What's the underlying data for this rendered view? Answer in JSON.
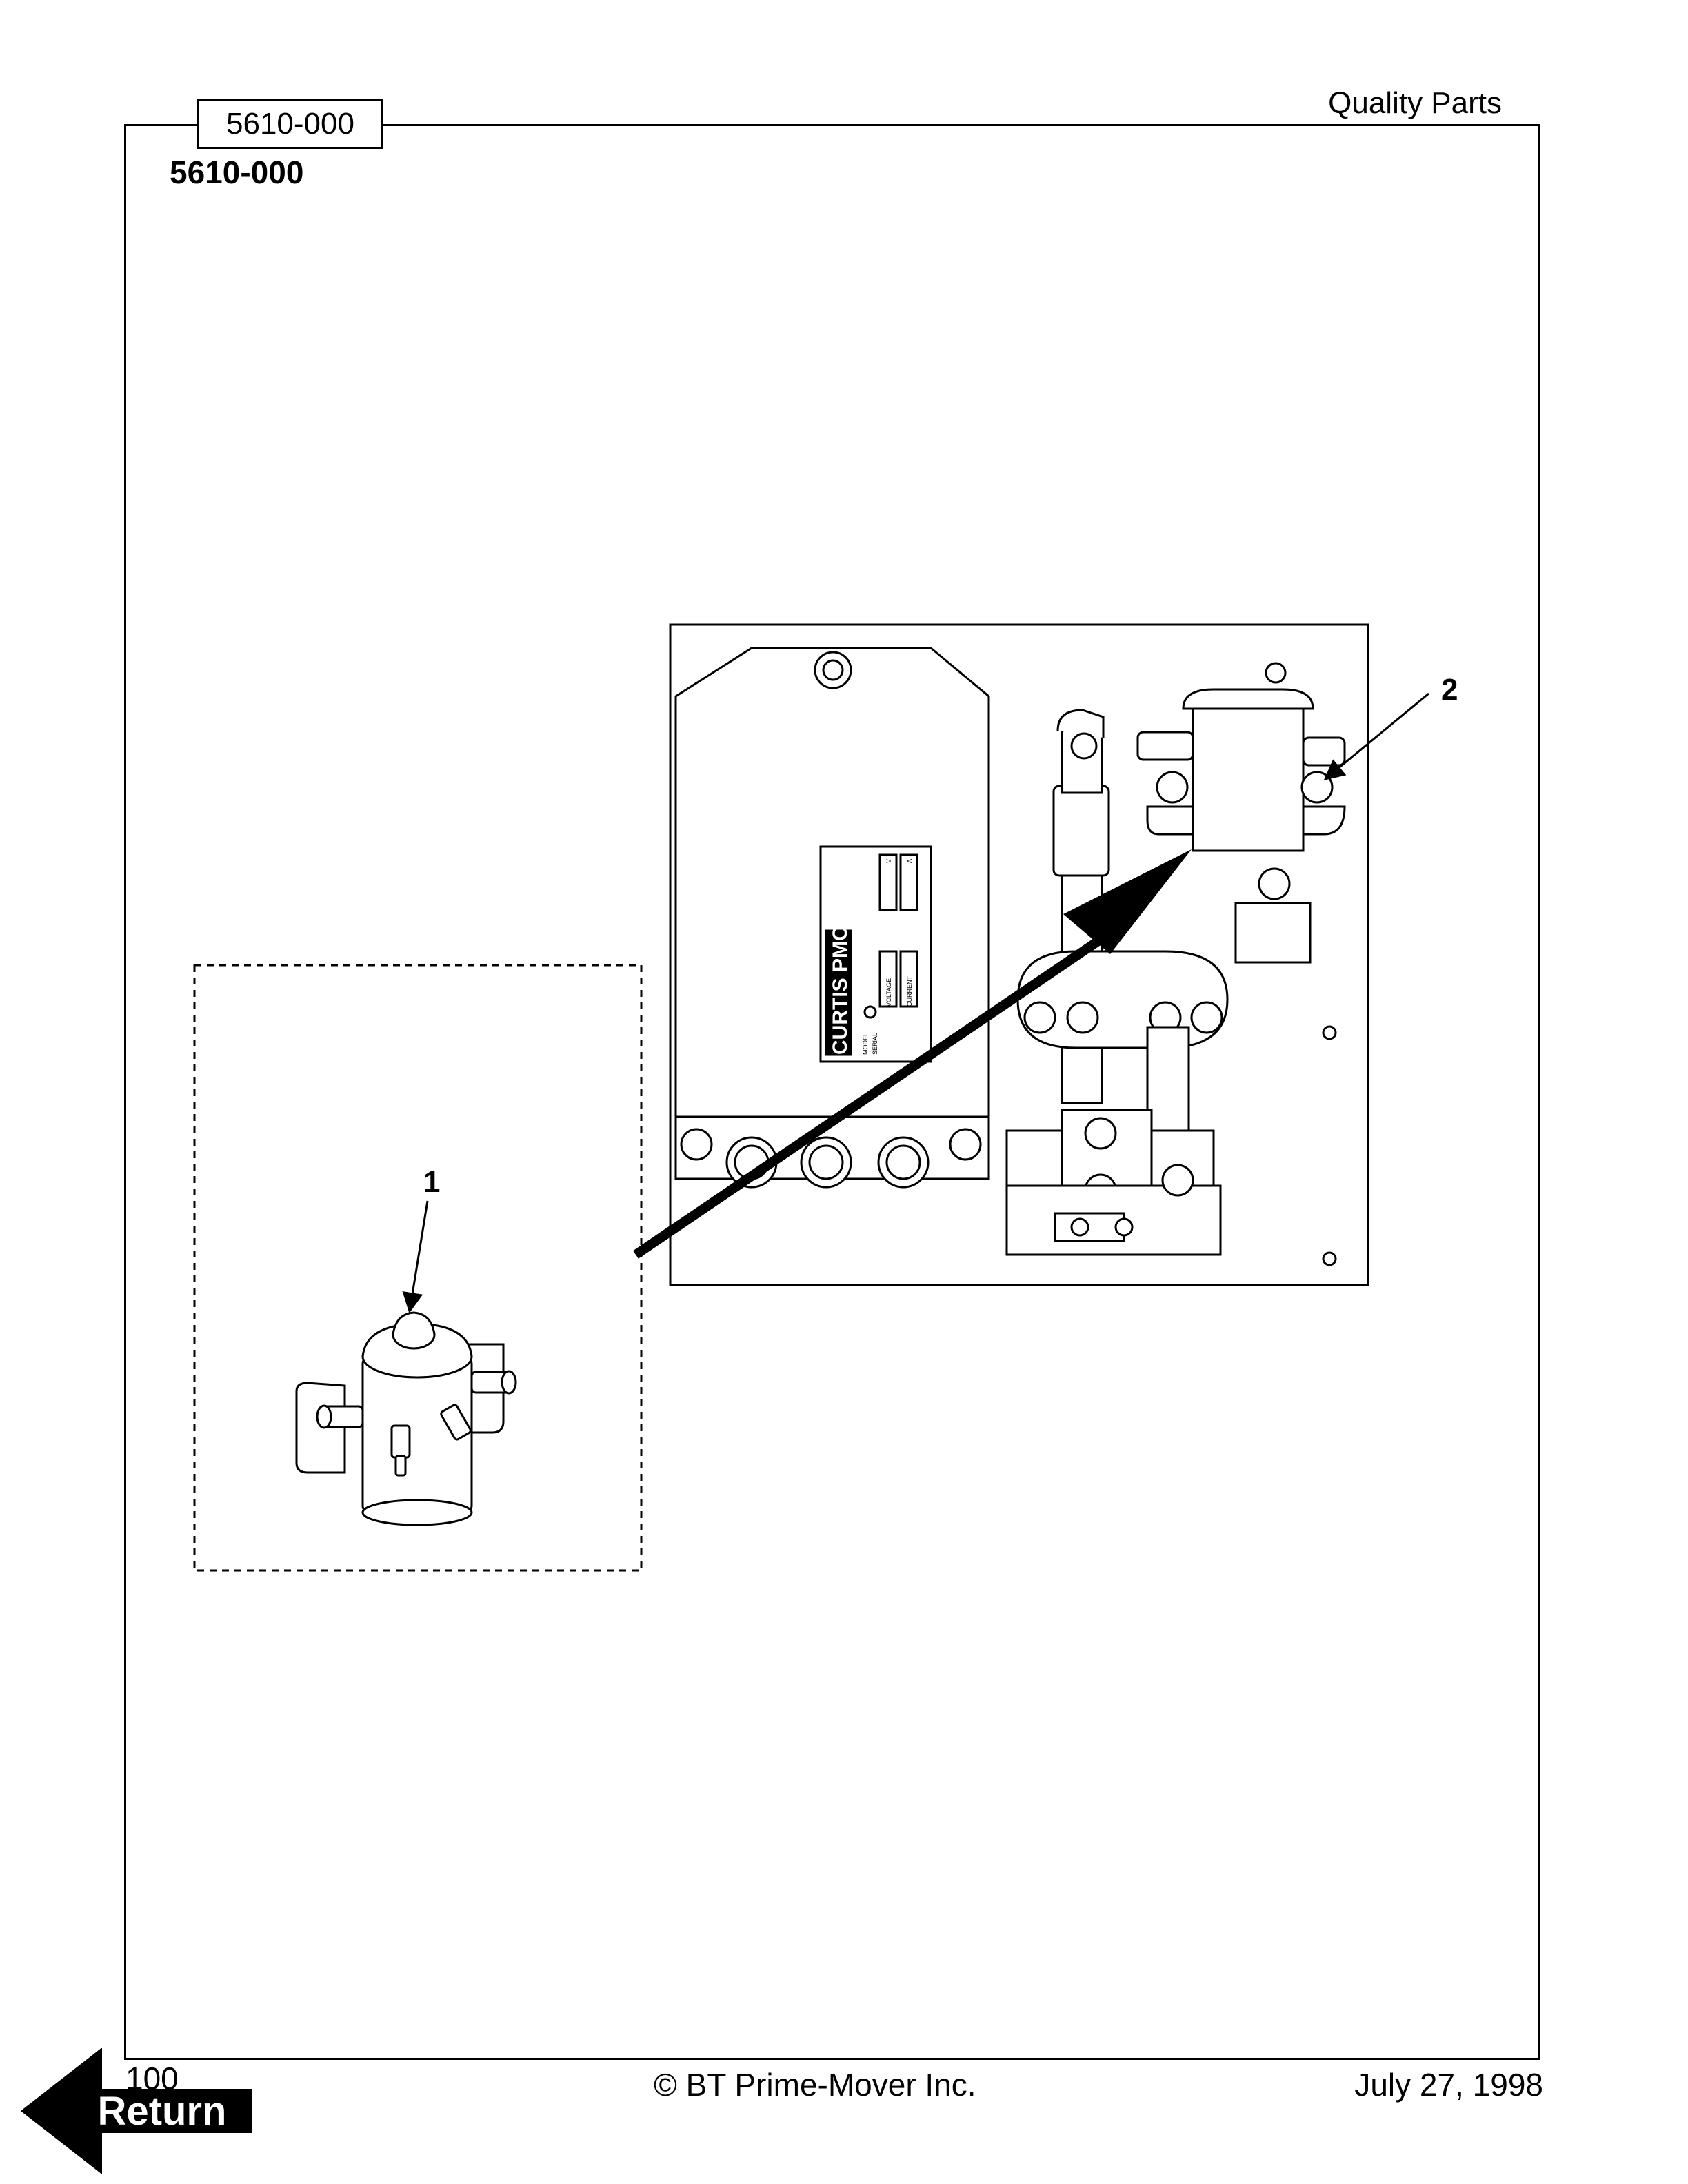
{
  "header": {
    "tab_label": "5610-000",
    "right_label": "Quality Parts",
    "part_number": "5610-000"
  },
  "diagram": {
    "callouts": [
      "1",
      "2"
    ],
    "controller_brand": "CURTIS PMC",
    "controller_fields": [
      "MODEL",
      "SERIAL",
      "VOLTAGE",
      "CURRENT",
      "V",
      "A"
    ]
  },
  "footer": {
    "page_number": "100",
    "copyright": "© BT Prime-Mover Inc.",
    "date": "July 27, 1998"
  },
  "nav": {
    "return_label": "Return"
  },
  "colors": {
    "ink": "#000000",
    "paper": "#ffffff"
  }
}
